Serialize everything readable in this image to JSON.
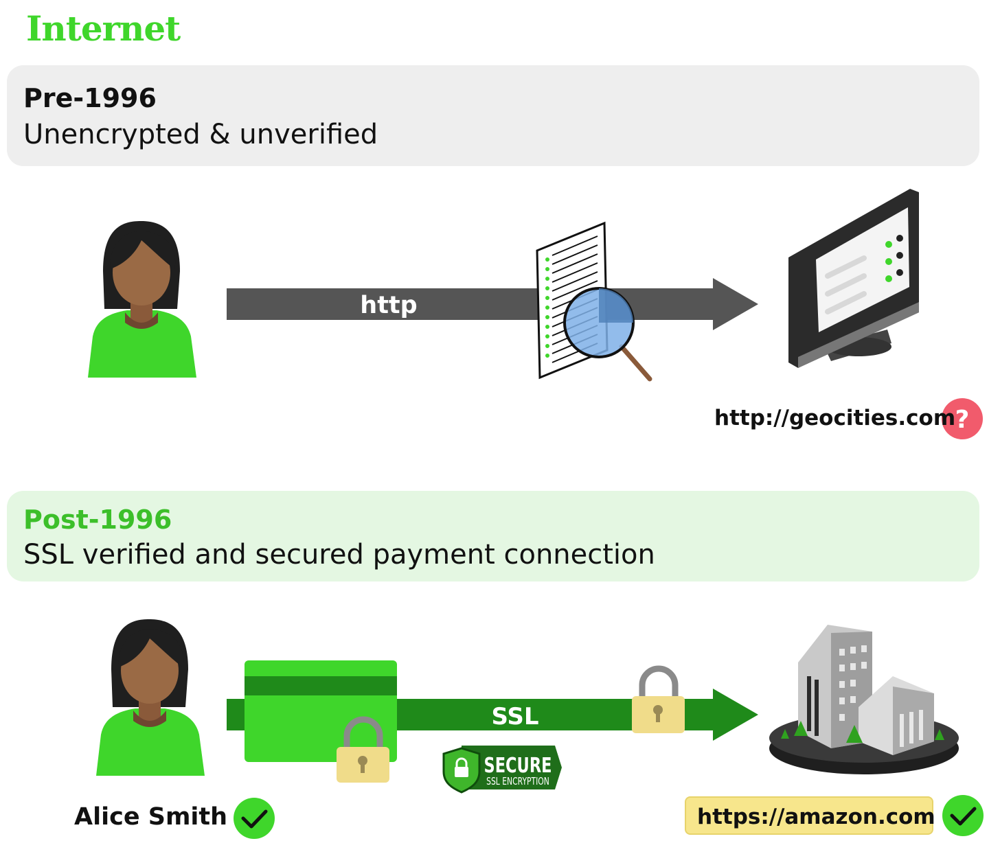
{
  "title": "Internet",
  "pre": {
    "era": "Pre-1996",
    "description": "Unencrypted & unverified",
    "arrow_label": "http",
    "site_url": "http://geocities.com",
    "site_status_icon": "question-icon",
    "status_color": "#f15b6c"
  },
  "post": {
    "era": "Post-1996",
    "description": "SSL verified and secured payment connection",
    "arrow_label": "SSL",
    "badge_title": "SECURE",
    "badge_subtitle": "SSL ENCRYPTION",
    "user_name": "Alice Smith",
    "site_url": "https://amazon.com",
    "status_icon": "check-icon",
    "status_color": "#3fd62b"
  },
  "colors": {
    "accent_green": "#3fd62b",
    "dark_green": "#1f8a1a",
    "arrow_gray": "#555555",
    "lock_yellow": "#f0dc8a"
  }
}
